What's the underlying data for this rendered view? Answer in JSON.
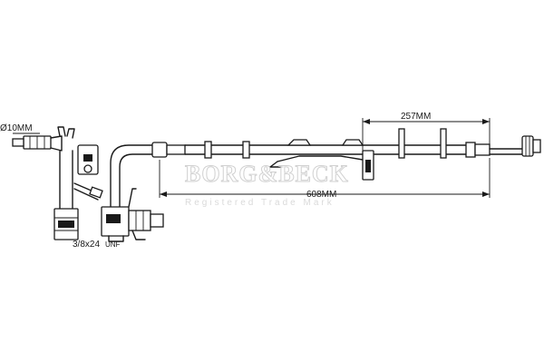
{
  "labels": {
    "fitting_diameter": "Ø10MM",
    "thread_spec": "3/8x24",
    "thread_unit": "UNF",
    "dim_short": "257MM",
    "dim_long": "608MM"
  },
  "watermark": {
    "brand": "BORG&BECK",
    "tagline": "Registered Trade Mark"
  },
  "colors": {
    "line": "#1a1a1a",
    "watermark": "#c9c9c9"
  }
}
